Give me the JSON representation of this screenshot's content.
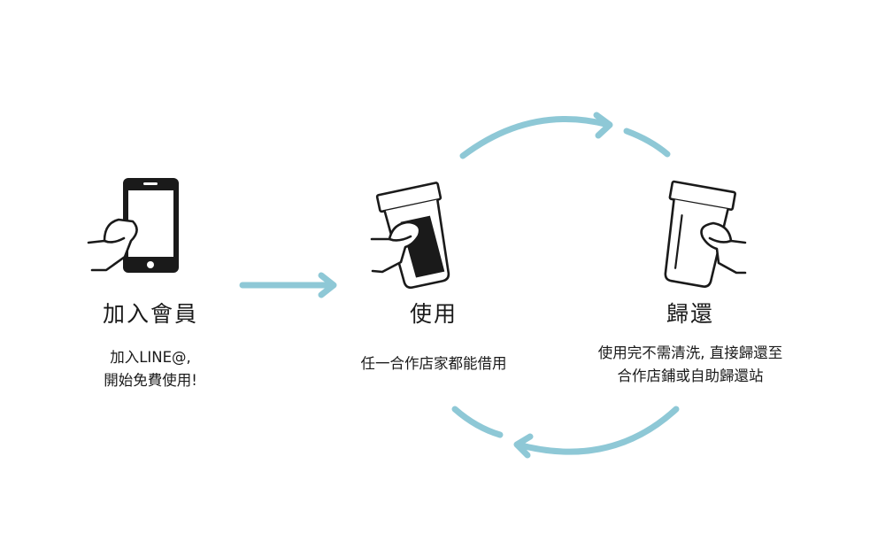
{
  "steps": [
    {
      "title": "加入會員",
      "desc": [
        "加入LINE@,",
        "開始免費使用!"
      ],
      "icon": "phone-in-hand-icon"
    },
    {
      "title": "使用",
      "desc": [
        "任一合作店家都能借用"
      ],
      "icon": "cup-in-hand-icon"
    },
    {
      "title": "歸還",
      "desc": [
        "使用完不需清洗, 直接歸還至",
        "合作店鋪或自助歸還站"
      ],
      "icon": "empty-cup-in-hand-icon"
    }
  ],
  "colors": {
    "accent": "#8ec8d6",
    "ink": "#1a1a1a"
  }
}
